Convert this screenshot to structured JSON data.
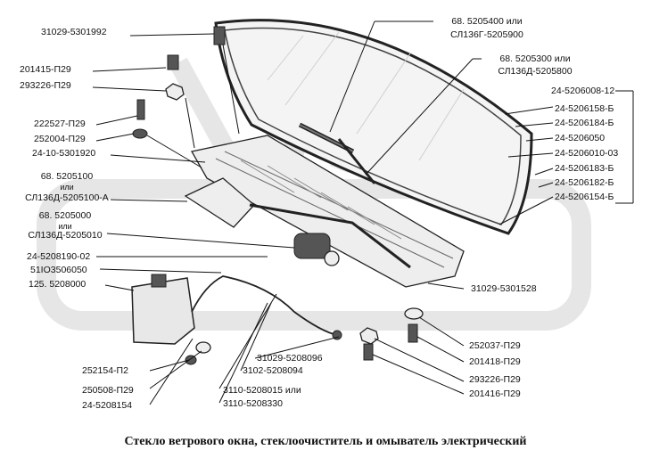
{
  "caption": "Стекло ветрового окна, стеклоочиститель и омыватель электрический",
  "labels": {
    "l1": "31029-5301992",
    "l2": "201415-П29",
    "l3": "293226-П29",
    "l4": "222527-П29",
    "l5": "252004-П29",
    "l6": "24-10-5301920",
    "l7a": "68. 5205100",
    "l7b": "или",
    "l7c": "СЛ136Д-5205100-А",
    "l8a": "68. 5205000",
    "l8b": "или",
    "l8c": "СЛ136Д-5205010",
    "l9": "24-5208190-02",
    "l10": "51ІО3506050",
    "l11": "125. 5208000",
    "l12": "252154-П2",
    "l13": "250508-П29",
    "l14": "24-5208154",
    "r1a": "68. 5205400 или",
    "r1b": "СЛ136Г-5205900",
    "r2a": "68. 5205300 или",
    "r2b": "СЛ136Д-5205800",
    "r3": "24-5206008-12",
    "r4": "24-5206158-Б",
    "r5": "24-5206184-Б",
    "r6": "24-5206050",
    "r7": "24-5206010-03",
    "r8": "24-5206183-Б",
    "r9": "24-5206182-Б",
    "r10": "24-5206154-Б",
    "r11": "31029-5301528",
    "r12": "252037-П29",
    "r13": "201418-П29",
    "r14": "293226-П29",
    "r15": "201416-П29",
    "b1": "31029-5208096",
    "b2": "3102-5208094",
    "b3": "3110-5208015 или",
    "b4": "3110-5208330"
  }
}
